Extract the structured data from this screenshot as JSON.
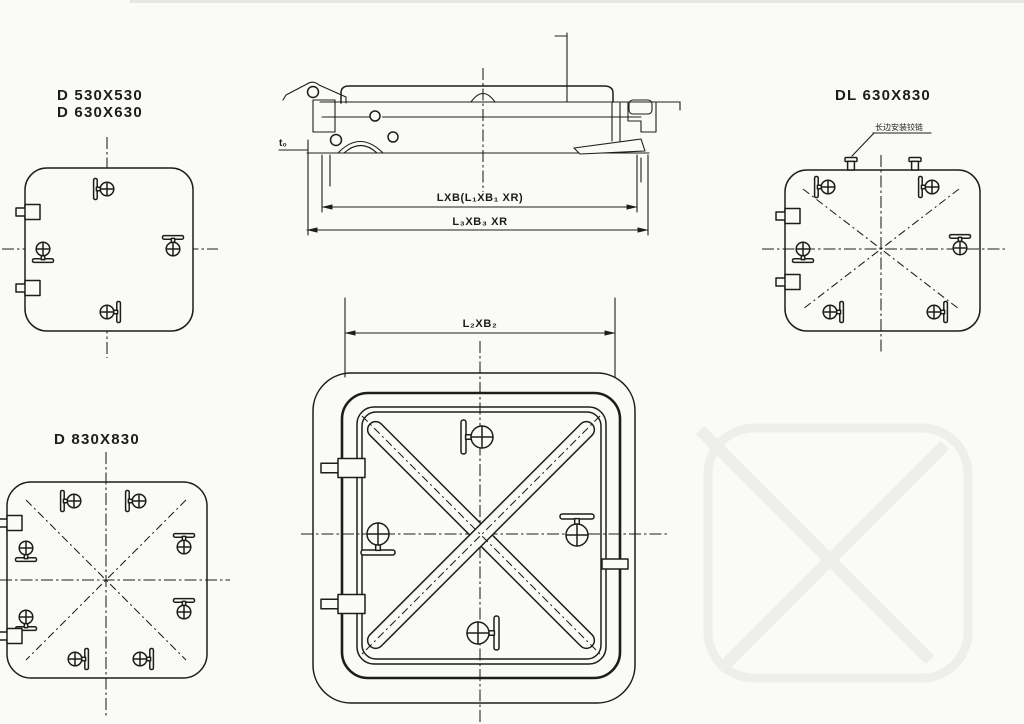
{
  "colors": {
    "ink": "#1d1d1b",
    "paper": "#fafaf8"
  },
  "views": {
    "top_left": {
      "labels": [
        "D 530X530",
        "D 630X630"
      ]
    },
    "bottom_left": {
      "label": "D 830X830"
    },
    "top_right": {
      "label": "DL 630X830",
      "note": "长边安装铰链"
    },
    "section": {
      "dim_inner": "LXB(L₁XB₁ XR)",
      "dim_outer": "L₃XB₃ XR",
      "thickness_label": "t₀"
    },
    "front": {
      "dim_width": "L₂XB₂"
    }
  }
}
